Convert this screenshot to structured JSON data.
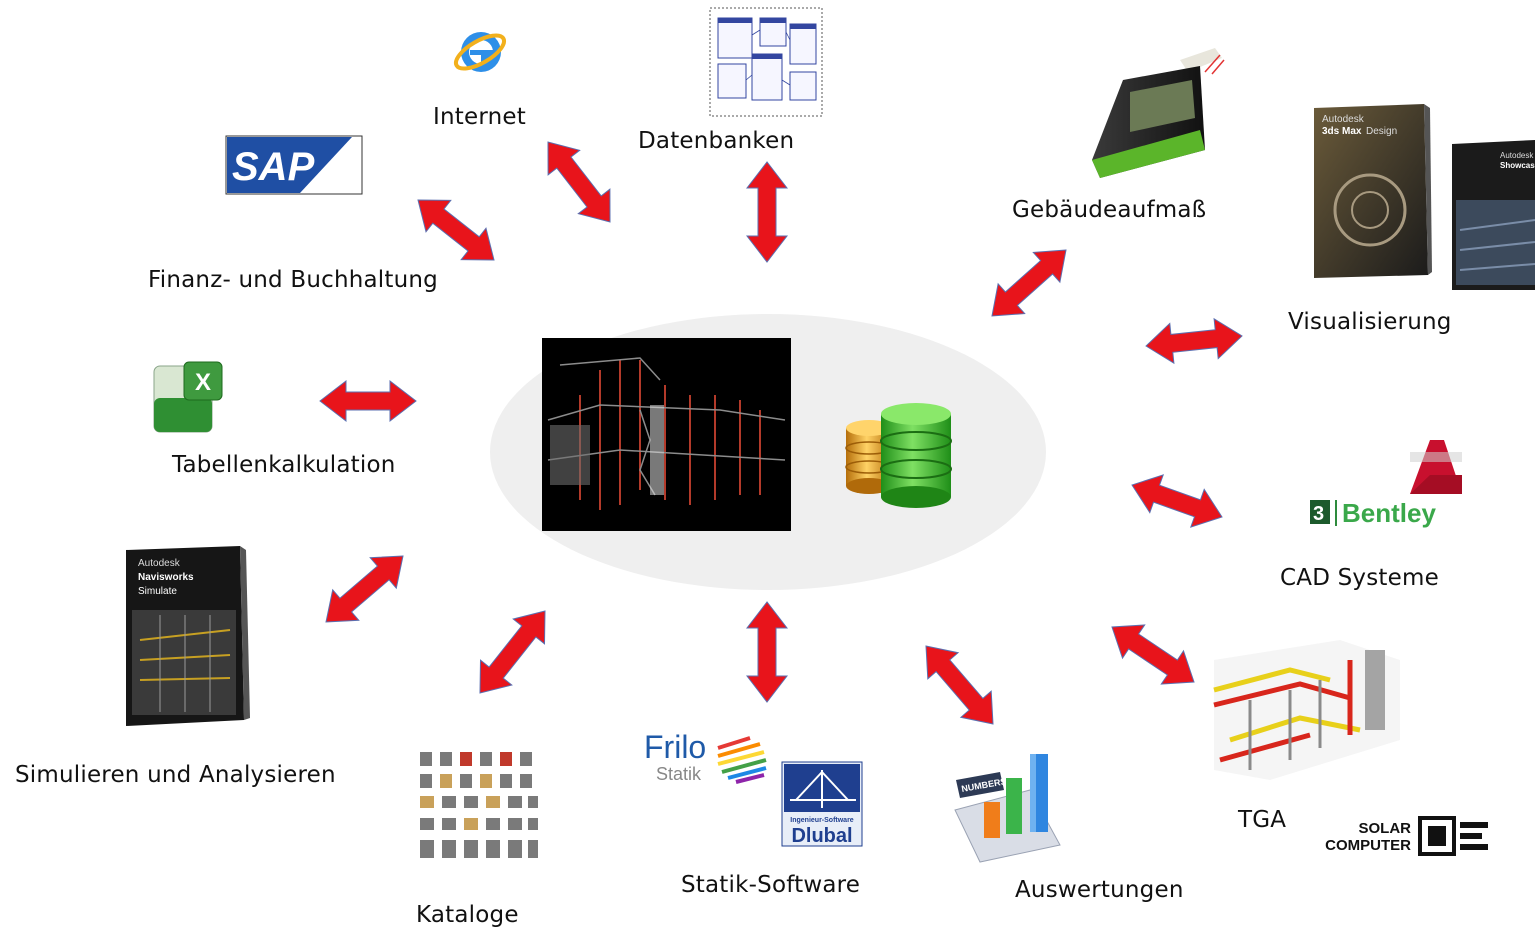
{
  "nodes": {
    "internet": "Internet",
    "datenbanken": "Datenbanken",
    "finanz": "Finanz- und Buchhaltung",
    "gebaeude": "Gebäudeaufmaß",
    "visualisierung": "Visualisierung",
    "tabellen": "Tabellenkalkulation",
    "cad": "CAD Systeme",
    "simulieren": "Simulieren und Analysieren",
    "tga": "TGA",
    "kataloge": "Kataloge",
    "statik": "Statik-Software",
    "auswertungen": "Auswertungen"
  },
  "logos": {
    "sap": "SAP",
    "bentley": "Bentley",
    "frilo": "Frilo",
    "frilo_sub": "Statik",
    "dlubal": "Dlubal",
    "dlubal_sub": "Ingenieur-Software",
    "solar_1": "SOLAR",
    "solar_2": "COMPUTER",
    "box_3ds_brand": "Autodesk",
    "box_3ds_name": "3ds Max",
    "box_3ds_suffix": "Design",
    "box_showcase_brand": "Autodesk",
    "box_showcase_name": "Showcase",
    "box_navis_brand": "Autodesk",
    "box_navis_1": "Navisworks",
    "box_navis_2": "Simulate",
    "numbers": "NUMBERS"
  },
  "colors": {
    "arrow": "#e8141b",
    "arrow_stroke": "#5b6fb0",
    "ellipse": "#efefef",
    "db_green": "#3db52a",
    "db_orange": "#e39a1e"
  }
}
